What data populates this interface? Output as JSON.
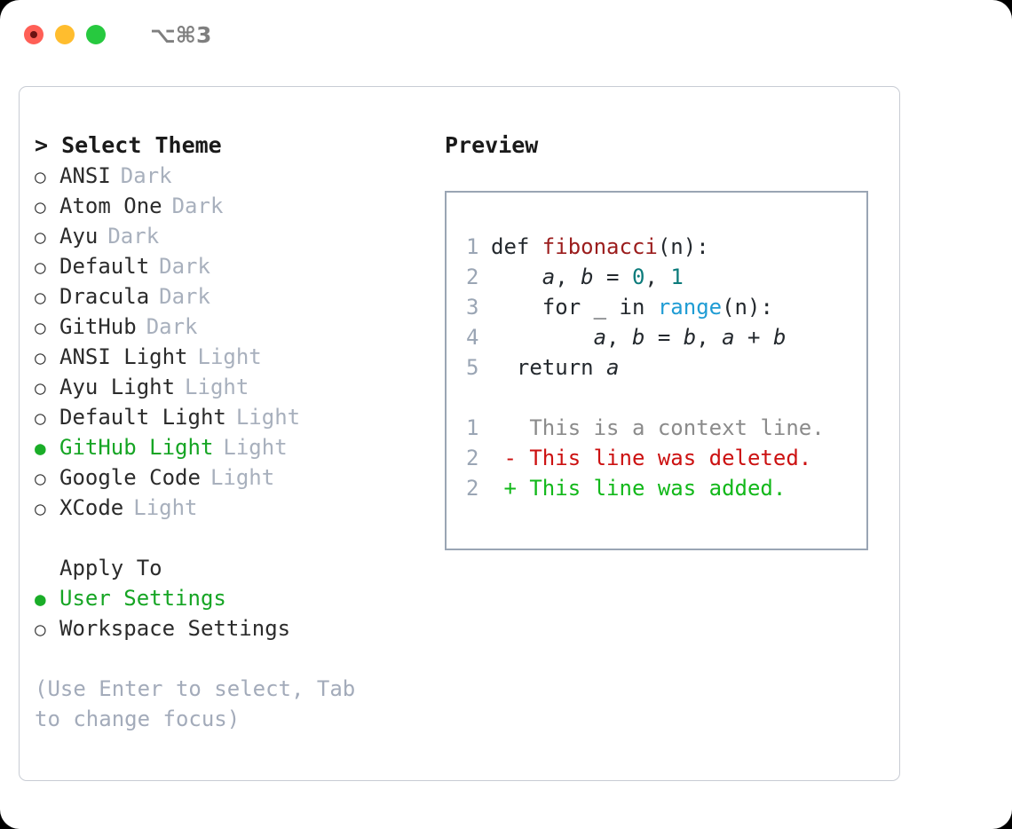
{
  "titlebar": {
    "shortcut": "⌥⌘3",
    "buttons": [
      {
        "name": "close",
        "color": "#ff5f56"
      },
      {
        "name": "minimize",
        "color": "#ffbd2e"
      },
      {
        "name": "maximize",
        "color": "#27c93f"
      }
    ]
  },
  "theme_picker": {
    "header": "> Select Theme",
    "items": [
      {
        "marker": "○",
        "label": "ANSI",
        "tag": "Dark",
        "selected": false
      },
      {
        "marker": "○",
        "label": "Atom One",
        "tag": "Dark",
        "selected": false
      },
      {
        "marker": "○",
        "label": "Ayu",
        "tag": "Dark",
        "selected": false
      },
      {
        "marker": "○",
        "label": "Default",
        "tag": "Dark",
        "selected": false
      },
      {
        "marker": "○",
        "label": "Dracula",
        "tag": "Dark",
        "selected": false
      },
      {
        "marker": "○",
        "label": "GitHub",
        "tag": "Dark",
        "selected": false
      },
      {
        "marker": "○",
        "label": "ANSI Light",
        "tag": "Light",
        "selected": false
      },
      {
        "marker": "○",
        "label": "Ayu Light",
        "tag": "Light",
        "selected": false
      },
      {
        "marker": "○",
        "label": "Default Light",
        "tag": "Light",
        "selected": false
      },
      {
        "marker": "●",
        "label": "GitHub Light",
        "tag": "Light",
        "selected": true
      },
      {
        "marker": "○",
        "label": "Google Code",
        "tag": "Light",
        "selected": false
      },
      {
        "marker": "○",
        "label": "XCode",
        "tag": "Light",
        "selected": false
      }
    ]
  },
  "apply_to": {
    "header": "Apply To",
    "options": [
      {
        "marker": "●",
        "label": "User Settings",
        "selected": true
      },
      {
        "marker": "○",
        "label": "Workspace Settings",
        "selected": false
      }
    ]
  },
  "hint": "(Use Enter to select, Tab to change focus)",
  "preview": {
    "title": "Preview",
    "code_lines": [
      {
        "no": "1",
        "segments": [
          {
            "text": "def ",
            "cls": "code-text"
          },
          {
            "text": "fibonacci",
            "cls": "tok-func"
          },
          {
            "text": "(n):",
            "cls": "code-text"
          }
        ]
      },
      {
        "no": "2",
        "segments": [
          {
            "text": "    ",
            "cls": "code-text"
          },
          {
            "text": "a",
            "cls": "tok-var"
          },
          {
            "text": ", ",
            "cls": "code-text"
          },
          {
            "text": "b",
            "cls": "tok-var"
          },
          {
            "text": " = ",
            "cls": "code-text"
          },
          {
            "text": "0",
            "cls": "tok-num"
          },
          {
            "text": ", ",
            "cls": "code-text"
          },
          {
            "text": "1",
            "cls": "tok-num"
          }
        ]
      },
      {
        "no": "3",
        "segments": [
          {
            "text": "    for _ in ",
            "cls": "code-text"
          },
          {
            "text": "range",
            "cls": "tok-call"
          },
          {
            "text": "(n):",
            "cls": "code-text"
          }
        ]
      },
      {
        "no": "4",
        "segments": [
          {
            "text": "        ",
            "cls": "code-text"
          },
          {
            "text": "a",
            "cls": "tok-var"
          },
          {
            "text": ", ",
            "cls": "code-text"
          },
          {
            "text": "b",
            "cls": "tok-var"
          },
          {
            "text": " = ",
            "cls": "code-text"
          },
          {
            "text": "b",
            "cls": "tok-var"
          },
          {
            "text": ", ",
            "cls": "code-text"
          },
          {
            "text": "a",
            "cls": "tok-var"
          },
          {
            "text": " + ",
            "cls": "code-text"
          },
          {
            "text": "b",
            "cls": "tok-var"
          }
        ]
      },
      {
        "no": "5",
        "segments": [
          {
            "text": "  return ",
            "cls": "code-text"
          },
          {
            "text": "a",
            "cls": "tok-var"
          }
        ]
      }
    ],
    "diff_lines": [
      {
        "no": "1",
        "segments": [
          {
            "text": "   This is ",
            "cls": "diff-ctx"
          },
          {
            "text": "a",
            "cls": "diff-ctx"
          },
          {
            "text": " context line.",
            "cls": "diff-ctx"
          }
        ]
      },
      {
        "no": "2",
        "segments": [
          {
            "text": " - This line was deleted.",
            "cls": "diff-del"
          }
        ]
      },
      {
        "no": "2",
        "segments": [
          {
            "text": " + This line was added.",
            "cls": "diff-add"
          }
        ]
      }
    ]
  },
  "colors": {
    "accent_green": "#16a524",
    "muted": "#a8b0bd",
    "border": "#9aa5b4",
    "panel_border": "#c8ccd4",
    "diff_add": "#12b81a",
    "diff_del": "#cc1111",
    "func": "#9b1c1c",
    "number": "#0c7b7b",
    "call": "#1f9cd4"
  }
}
